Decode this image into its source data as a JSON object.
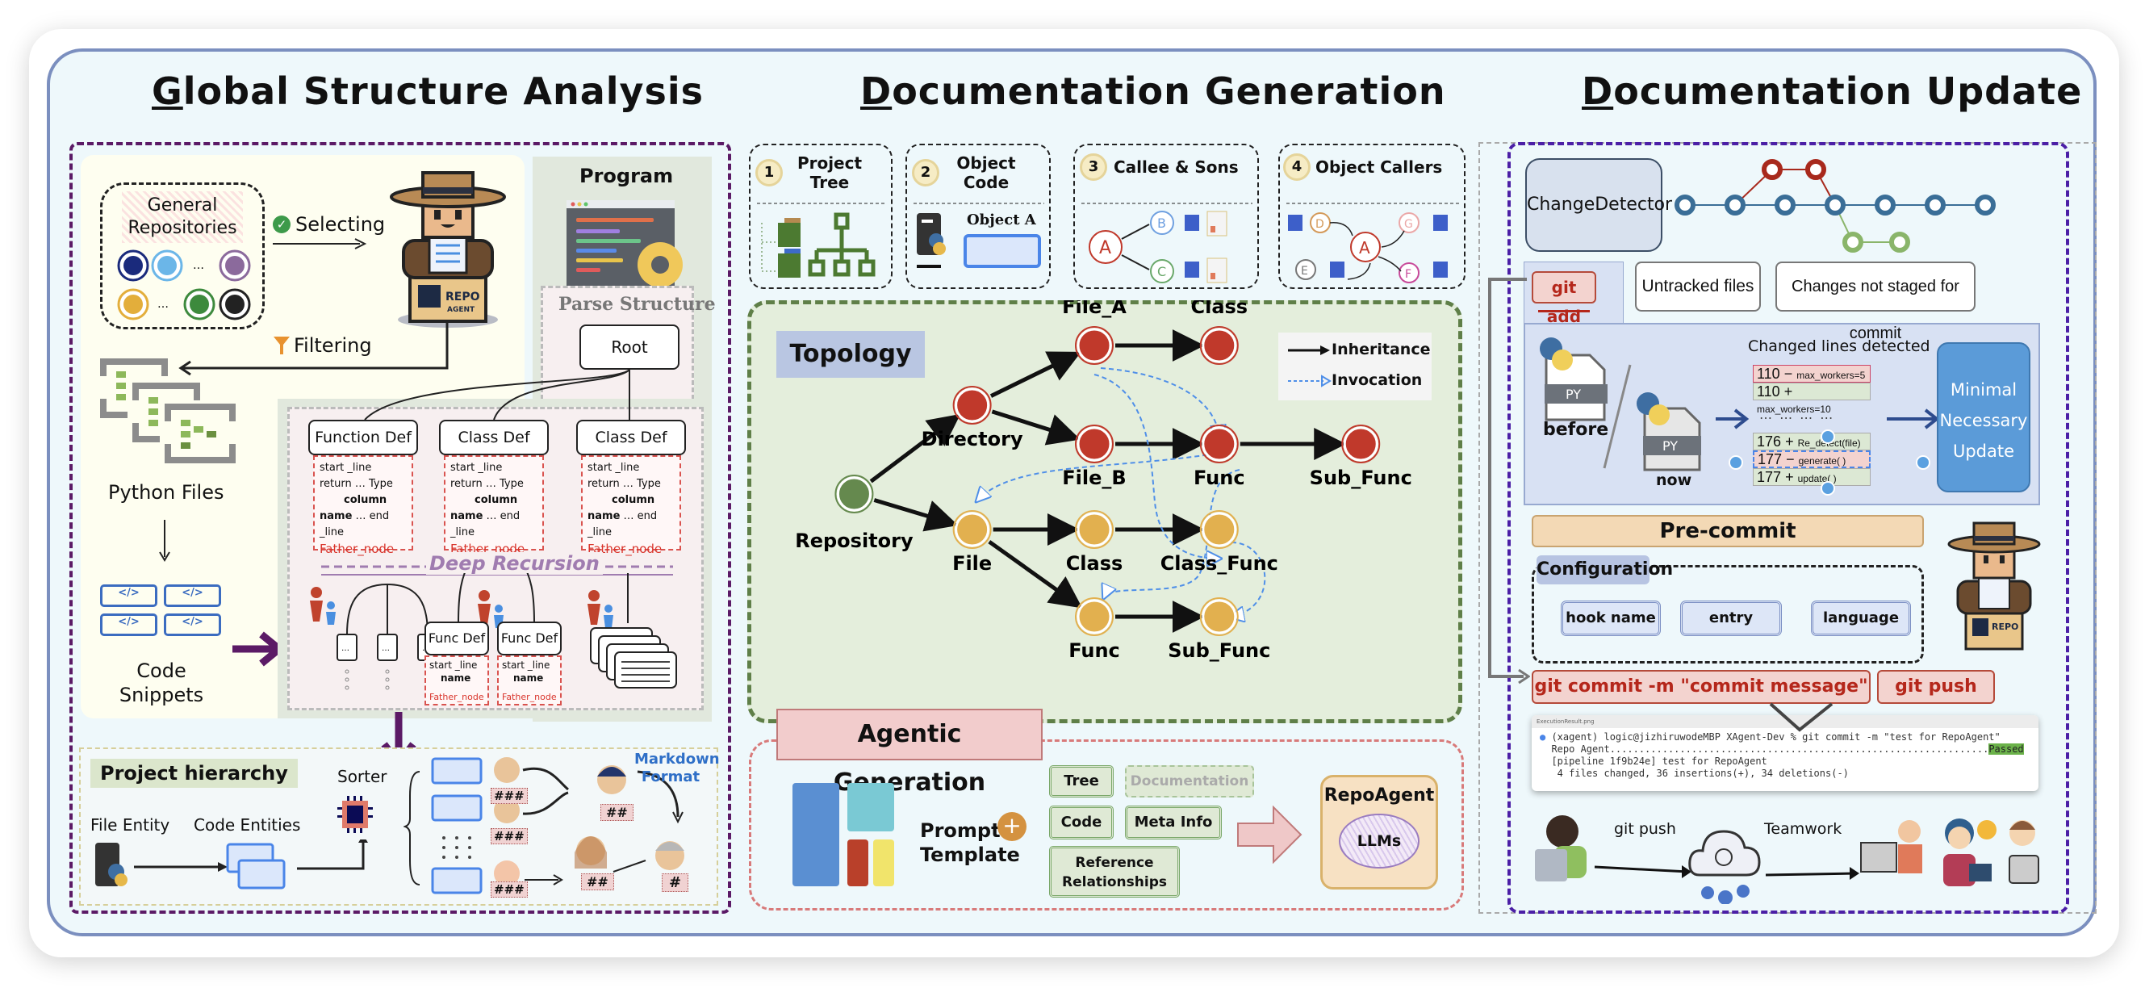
{
  "sections": {
    "global": {
      "title_first": "G",
      "title_rest": "lobal Structure Analysis",
      "general_repositories": "General Repositories",
      "selecting": "Selecting",
      "filtering": "Filtering",
      "python_files": "Python Files",
      "code_snippets": "Code Snippets",
      "program": "Program",
      "parse_structure": "Parse Structure",
      "root": "Root",
      "defs": [
        {
          "title": "Function Def",
          "start": "start _line",
          "ret": "return",
          "type": "Type",
          "column": "column",
          "name": "name",
          "end": "end _line",
          "father": "Father_node"
        },
        {
          "title": "Class Def",
          "start": "start _line",
          "ret": "return",
          "type": "Type",
          "column": "column",
          "name": "name",
          "end": "end _line",
          "father": "Father_node"
        },
        {
          "title": "Class Def",
          "start": "start _line",
          "ret": "return",
          "type": "Type",
          "column": "column",
          "name": "name",
          "end": "end _line",
          "father": "Father_node"
        }
      ],
      "deep_recursion": "Deep Recursion",
      "func_defs": [
        {
          "title": "Func Def",
          "start": "start _line",
          "name": "name",
          "father": "Father_node"
        },
        {
          "title": "Func Def",
          "start": "start _line",
          "name": "name",
          "father": "Father_node"
        }
      ],
      "ellipsis": "...",
      "project_hierarchy": "Project hierarchy",
      "file_entity": "File Entity",
      "code_entities": "Code Entities",
      "sorter": "Sorter",
      "markdown_format": "Markdown Format",
      "headers": {
        "h3": "###",
        "h2": "##",
        "h1": "#"
      }
    },
    "generation": {
      "title_first": "D",
      "title_rest": "ocumentation Generation",
      "cards": [
        {
          "num": "1",
          "title": "Project Tree"
        },
        {
          "num": "2",
          "title": "Object Code",
          "object_label": "Object A"
        },
        {
          "num": "3",
          "title": "Callee & Sons"
        },
        {
          "num": "4",
          "title": "Object Callers"
        }
      ],
      "callee_nodes": [
        "A",
        "B",
        "C"
      ],
      "caller_nodes": [
        "D",
        "A",
        "G",
        "E",
        "F"
      ],
      "topology": {
        "label": "Topology",
        "legend": {
          "inheritance": "Inheritance",
          "invocation": "Invocation"
        },
        "nodes": {
          "repository": "Repository",
          "directory": "Directory",
          "file_a": "File_A",
          "class_a": "Class",
          "file_b": "File_B",
          "func_b": "Func",
          "sub_func_b": "Sub_Func",
          "file": "File",
          "class": "Class",
          "class_func": "Class_Func",
          "func": "Func",
          "sub_func": "Sub_Func"
        }
      },
      "agentic": {
        "label": "Agentic Generation",
        "prompt_template": "Prompt Template",
        "plus": "+",
        "chips": {
          "tree": "Tree",
          "documentation": "Documentation",
          "code": "Code",
          "meta_info": "Meta Info",
          "reference": "Reference Relationships"
        },
        "repoagent": "RepoAgent",
        "llms": "LLMs"
      }
    },
    "update": {
      "title_first": "D",
      "title_rest": "ocumentation Update",
      "change_detector": "ChangeDetector",
      "git_add": "git add",
      "untracked": "Untracked files",
      "not_staged": "Changes not staged for commit",
      "before": "before",
      "now": "now",
      "py": "PY",
      "changed_lines_title": "Changed lines detected",
      "diff_lines": [
        {
          "num": "110",
          "sign": "−",
          "code": "max_workers=5",
          "kind": "del"
        },
        {
          "num": "110",
          "sign": "+",
          "code": "max_workers=10",
          "kind": "add"
        },
        {
          "num": "176",
          "sign": "+",
          "code": "Re_detect(file)",
          "kind": "add"
        },
        {
          "num": "177",
          "sign": "−",
          "code": "generate( )",
          "kind": "del"
        },
        {
          "num": "177",
          "sign": "+",
          "code": "update( )",
          "kind": "add"
        }
      ],
      "dots": "…   …   …   …",
      "minimal_update": "Minimal Necessary Update",
      "pre_commit": "Pre-commit",
      "configuration": "Configuration",
      "config_items": [
        "hook name",
        "entry",
        "language"
      ],
      "git_commit": "git commit -m \"commit message\"",
      "git_push": "git push",
      "terminal": {
        "title": "ExecutionResult.png",
        "lines": [
          "(xagent) logic@jizhiruwodeMBP XAgent-Dev % git commit -m \"test for RepoAgent\"",
          "Repo Agent.................................................................",
          "[pipeline 1f9b24e] test for RepoAgent",
          " 4 files changed, 36 insertions(+), 34 deletions(-)"
        ],
        "passed": "Passed"
      },
      "push_label": "git push",
      "teamwork": "Teamwork"
    }
  },
  "colors": {
    "purple": "#5b1a66",
    "red_node": "#c0392b",
    "yellow_node": "#e2b04f",
    "green_node": "#65894e",
    "blue_dash": "#4f8fe8",
    "git_blue": "#3a6e97"
  }
}
